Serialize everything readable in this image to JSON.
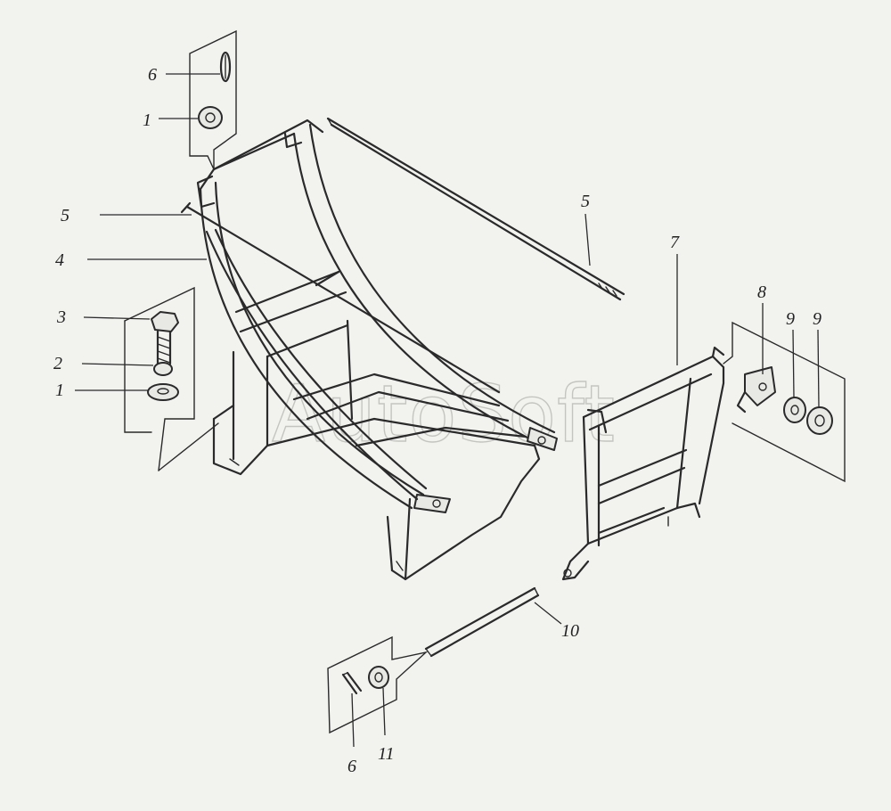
{
  "watermark": "AutoSoft",
  "callouts": {
    "c6_top": "6",
    "c1_top": "1",
    "c5_left": "5",
    "c4": "4",
    "c3": "3",
    "c2": "2",
    "c1_left": "1",
    "c5_right": "5",
    "c7": "7",
    "c8": "8",
    "c9_a": "9",
    "c9_b": "9",
    "c10": "10",
    "c6_bottom": "6",
    "c11": "11"
  }
}
